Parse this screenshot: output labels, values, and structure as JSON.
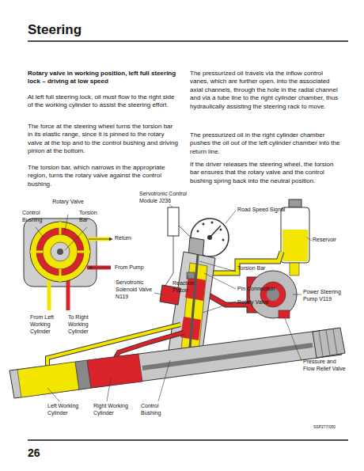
{
  "diagram": {
    "title": "Steering",
    "labels": [
      "Rotary valve in working position, left full steering lock – driving at low speed",
      "At left full steering lock, oil must flow to the right side of the working cylinder to assist the steering effort.",
      "The force at the steering wheel turns the torsion bar in its elastic range, since it is pinned to the rotary valve at the top and to the control bushing and driving pinion at the bottom.",
      "The torsion bar, which narrows in the appropriate region, turns the rotary valve against the control bushing.",
      "The pressurized oil travels via the inflow control vanes, which are further open, into the associated axial channels, through the hole in the radial channel and via a tube line to the right cylinder chamber, thus hydraulically assisting the steering rack to move.",
      "The pressurized oil in the right cylinder chamber pushes the oil out of the left cylinder chamber into the return line.",
      "If the driver releases the steering wheel, the torsion bar ensures that the rotary valve and the control bushing spring back into the neutral position.",
      "Rotary Valve",
      "Control Bushing",
      "Torsion Bar",
      "Servotronic Control Module J236",
      "Road Speed Signal",
      "Return",
      "Reservoir",
      "From Pump",
      "Torsion Bar",
      "Reaction Piston",
      "Pin Connection",
      "Servotronic Solenoid Valve N119",
      "Rotary Valve",
      "Power Steering Pump V119",
      "From Left Working Cylinder",
      "To Right Working Cylinder",
      "Pressure and Flow Relief Valve",
      "Left Working Cylinder",
      "Right Working Cylinder",
      "Control Bushing",
      "SSP277/050",
      "26"
    ]
  }
}
